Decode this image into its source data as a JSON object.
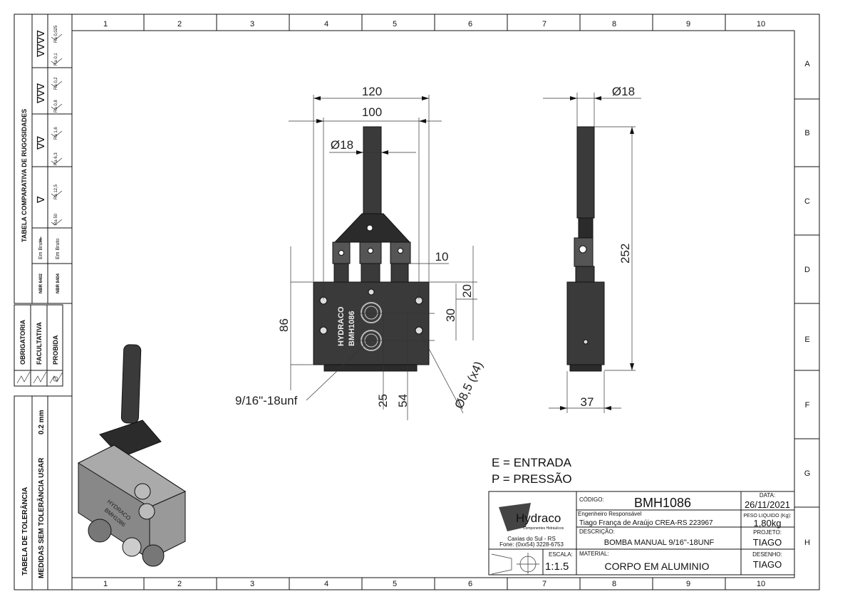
{
  "frame": {
    "col_numbers": [
      "1",
      "2",
      "3",
      "4",
      "5",
      "6",
      "7",
      "8",
      "9",
      "10"
    ],
    "row_letters": [
      "A",
      "B",
      "C",
      "D",
      "E",
      "F",
      "G",
      "H"
    ]
  },
  "roughness_table": {
    "title": "TABELA COMPARATIVA DE RUGOSIDADES",
    "norm_1": "NBR 6402",
    "norm_2": "NBR 8404",
    "row_1": [
      "Em Bruto",
      "~",
      "∇",
      "∇∇",
      "∇∇∇",
      "∇∇∇∇"
    ],
    "row_2": [
      "Em Bruto",
      "Ra 50",
      "Ra 12,5",
      "Ra 6,3",
      "Ra 1,6",
      "Ra 0,8",
      "Ra 0,2",
      "Ra 0,1",
      "Ra 0,025"
    ]
  },
  "surface_legend": {
    "items": [
      "OBRIGATORIA",
      "FACULTATIVA",
      "PROBIDA"
    ]
  },
  "tolerance_table": {
    "title": "TABELA DE TOLERÂNCIA",
    "subtitle": "MEDIDAS SEM TOLERÂNCIA USAR",
    "value": "0.2 mm"
  },
  "dimensions": {
    "d120": "120",
    "d100": "100",
    "d18_front": "Ø18",
    "d18_side": "Ø18",
    "d10": "10",
    "d20": "20",
    "d30": "30",
    "d86": "86",
    "d25": "25",
    "d54": "54",
    "d8_5": "Ø8,5 (x4)",
    "thread": "9/16\"-18unf",
    "d252": "252",
    "d37": "37",
    "engraving_1": "HYDRACO",
    "engraving_2": "BMH1086"
  },
  "notes": {
    "entrada": "E = ENTRADA",
    "pressao": "P = PRESSÃO"
  },
  "title_block": {
    "logo_name": "Hydraco",
    "logo_tagline": "Componentes Hidráulicos",
    "address": "Caxias do Sul - RS",
    "phone": "Fone: (0xx54) 3228-6753",
    "escala_label": "ESCALA:",
    "escala_value": "1:1.5",
    "codigo_label": "CÓDIGO:",
    "codigo_value": "BMH1086",
    "engenheiro_label": "Engenheiro Responsável",
    "engenheiro_value": "Tiago França de Araújo CREA-RS 223967",
    "descricao_label": "DESCRIÇÃO:",
    "descricao_value": "BOMBA MANUAL 9/16\"-18UNF",
    "material_label": "MATERIAL:",
    "material_value": "CORPO EM ALUMINIO",
    "data_label": "DATA:",
    "data_value": "26/11/2021",
    "peso_label": "PESO LIQUIDO (Kg):",
    "peso_value": "1,80kg",
    "projeto_label": "PROJETO:",
    "projeto_value": "TIAGO",
    "desenho_label": "DESENHO:",
    "desenho_value": "TIAGO"
  }
}
